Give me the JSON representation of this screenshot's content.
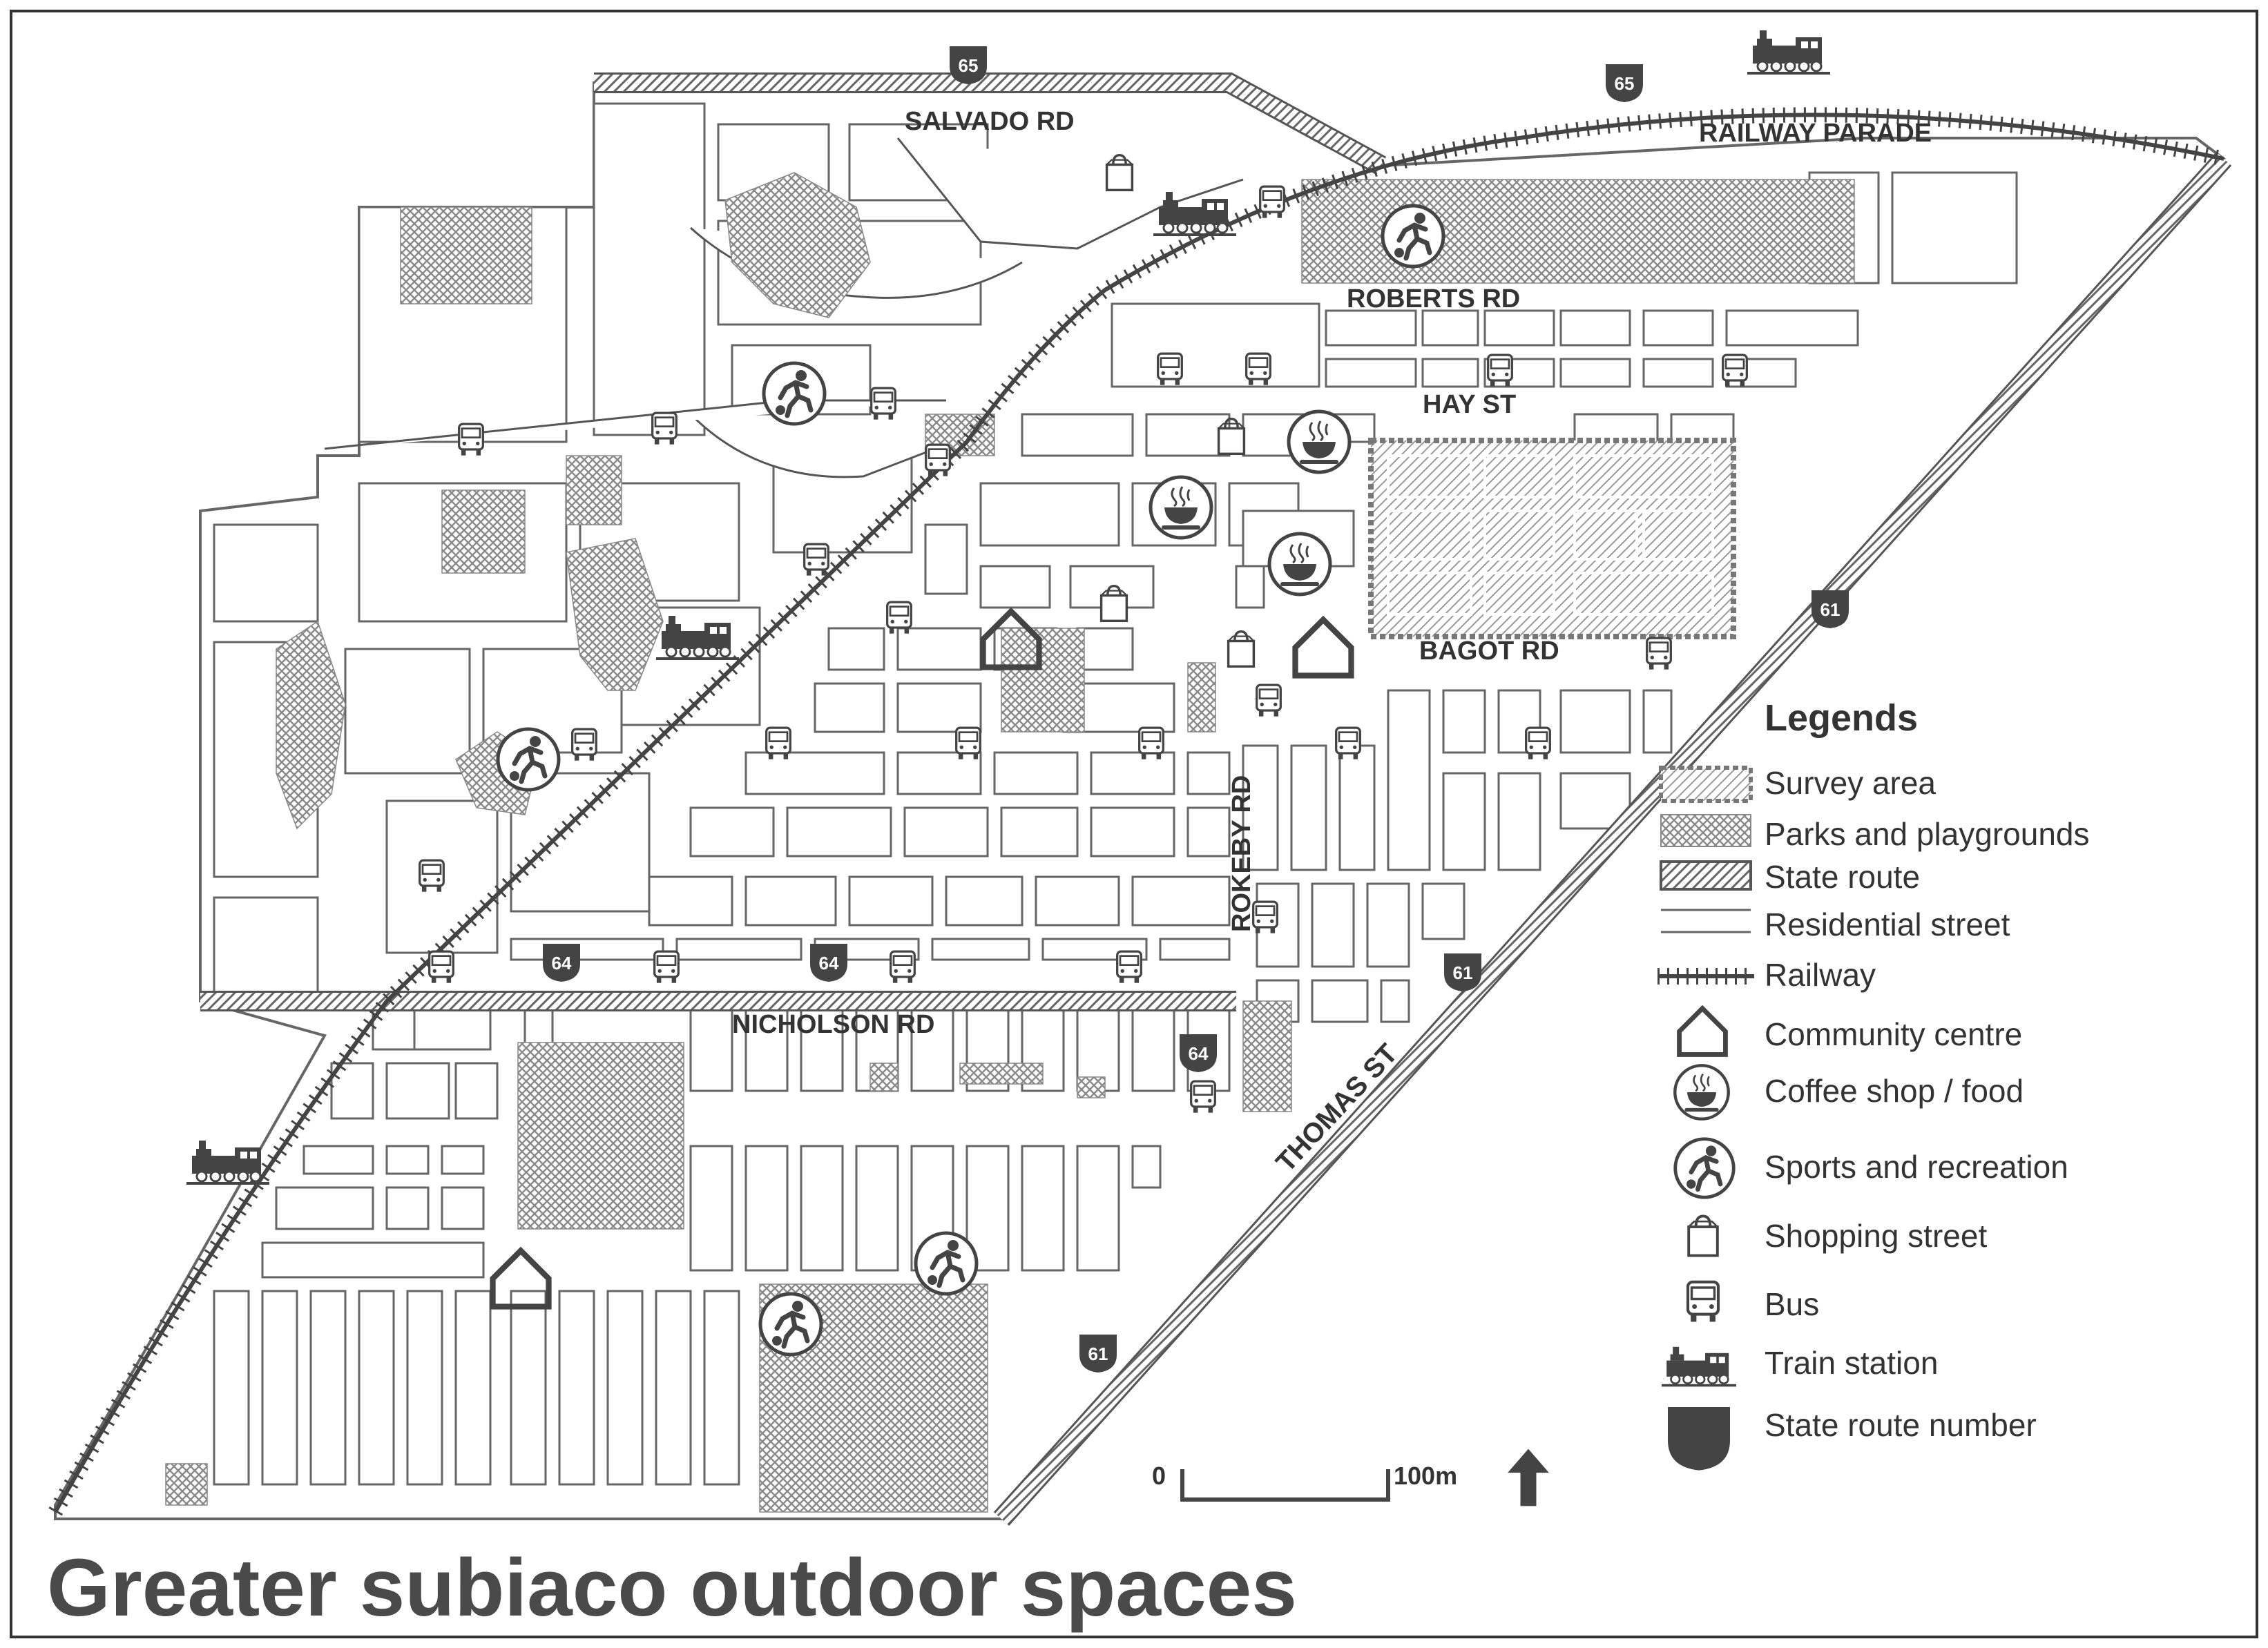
{
  "map": {
    "title": "Greater subiaco outdoor spaces",
    "streets": {
      "salvado": "SALVADO RD",
      "railway_parade": "RAILWAY PARADE",
      "roberts": "ROBERTS RD",
      "hay": "HAY ST",
      "bagot": "BAGOT RD",
      "rokeby": "ROKEBY RD",
      "nicholson": "NICHOLSON RD",
      "thomas": "THOMAS ST"
    },
    "route_shields": [
      {
        "id": "r65a",
        "number": "65"
      },
      {
        "id": "r65b",
        "number": "65"
      },
      {
        "id": "r61a",
        "number": "61"
      },
      {
        "id": "r61b",
        "number": "61"
      },
      {
        "id": "r61c",
        "number": "61"
      },
      {
        "id": "r64a",
        "number": "64"
      },
      {
        "id": "r64b",
        "number": "64"
      },
      {
        "id": "r64c",
        "number": "64"
      }
    ],
    "scale": {
      "zero": "0",
      "distance": "100m"
    },
    "north_arrow_icon": "north-arrow-icon",
    "colors": {
      "background": "#ffffff",
      "outline": "#555555",
      "pattern": "#8a8a8a",
      "icon": "#444444",
      "text": "#333333"
    }
  },
  "legend": {
    "heading": "Legends",
    "items": [
      {
        "icon": "survey-area-swatch",
        "label": "Survey area"
      },
      {
        "icon": "park-swatch",
        "label": "Parks and playgrounds"
      },
      {
        "icon": "state-route-swatch",
        "label": "State route"
      },
      {
        "icon": "residential-street-swatch",
        "label": "Residential street"
      },
      {
        "icon": "railway-swatch",
        "label": "Railway"
      },
      {
        "icon": "community-centre-icon",
        "label": "Community centre"
      },
      {
        "icon": "coffee-cup-icon",
        "label": "Coffee shop / food"
      },
      {
        "icon": "soccer-player-icon",
        "label": "Sports and recreation"
      },
      {
        "icon": "shopping-bag-icon",
        "label": "Shopping street"
      },
      {
        "icon": "bus-icon",
        "label": "Bus"
      },
      {
        "icon": "train-icon",
        "label": "Train station"
      },
      {
        "icon": "route-shield-icon",
        "label": "State route number"
      }
    ]
  }
}
